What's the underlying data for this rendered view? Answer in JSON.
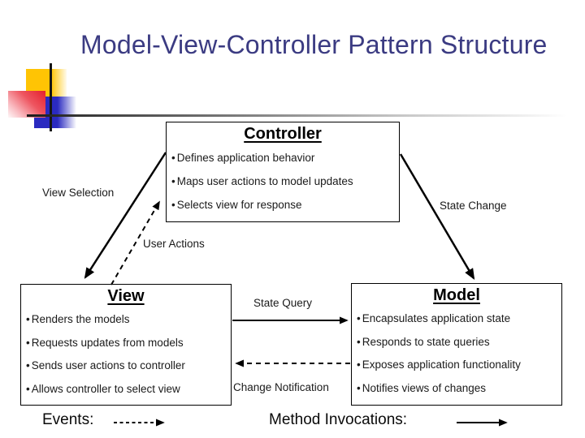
{
  "slide": {
    "title": "Model-View-Controller Pattern Structure"
  },
  "boxes": {
    "controller": {
      "title": "Controller",
      "bullets": [
        "Defines application behavior",
        "Maps user actions to model updates",
        "Selects view for response"
      ]
    },
    "view": {
      "title": "View",
      "bullets": [
        "Renders the models",
        "Requests updates from models",
        "Sends user actions to controller",
        "Allows controller to select view"
      ]
    },
    "model": {
      "title": "Model",
      "bullets": [
        "Encapsulates application state",
        "Responds to state queries",
        "Exposes application functionality",
        "Notifies views of changes"
      ]
    }
  },
  "labels": {
    "view_selection": "View Selection",
    "user_actions": "User Actions",
    "state_change": "State Change",
    "state_query": "State Query",
    "change_notification": "Change Notification"
  },
  "legend": {
    "events_label": "Events:",
    "method_invocations_label": "Method Invocations:"
  },
  "colors": {
    "title_text": "#3b3b82",
    "box_border": "#000000",
    "arrow": "#000000",
    "accent_yellow": "#ffc404",
    "accent_red": "#e41f2d",
    "accent_blue": "#2a2ac0"
  }
}
